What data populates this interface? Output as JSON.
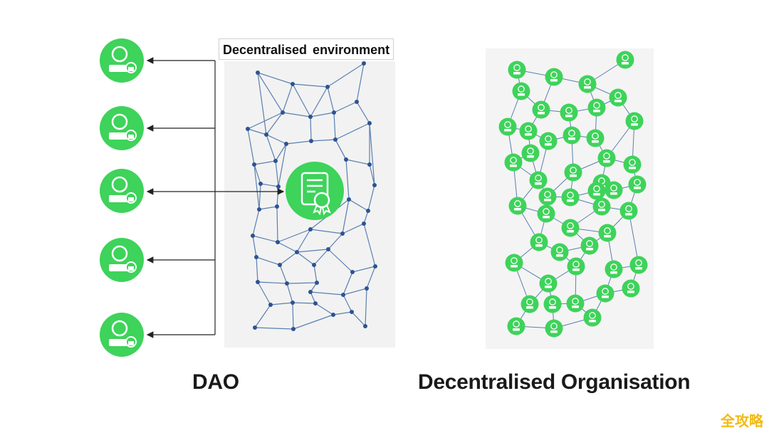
{
  "labels": {
    "environment": "Decentralised  environment",
    "dao": "DAO",
    "organisation": "Decentralised Organisation",
    "watermark": "全攻略"
  },
  "colors": {
    "node_green": "#3ed35a",
    "network_line": "#5a7fb0",
    "network_dot": "#2d5392",
    "panel_bg": "#f2f2f2",
    "arrow": "#222222",
    "icon_white": "#ffffff"
  },
  "left_users": {
    "count": 5,
    "icon": "user-with-lock-badge-icon"
  },
  "center_contract": {
    "icon": "smart-contract-certificate-icon"
  }
}
